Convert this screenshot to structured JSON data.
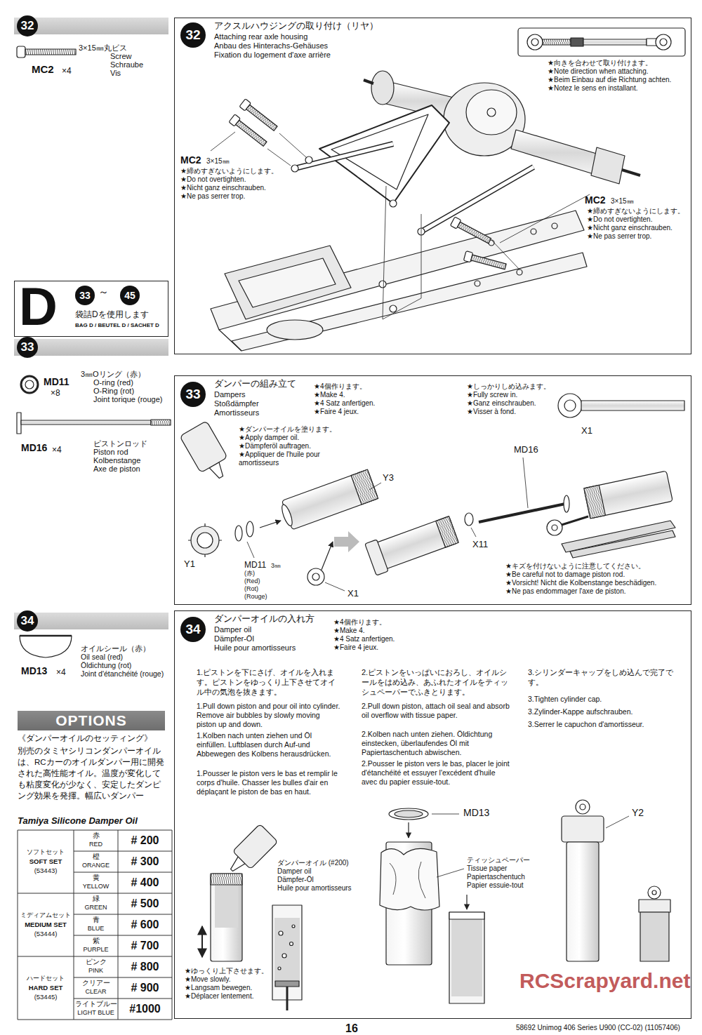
{
  "diagram": {
    "nodes": [
      {
        "text": [
          "32"
        ]
      },
      {
        "text": [
          "アクスルハウジングの取り付け（リヤ）",
          "Attaching rear axle housing",
          "Anbau des Hinterachs-Gehäuses",
          "Fixation du logement d'axe arrière"
        ]
      },
      {
        "text": [
          "32"
        ],
        "in": 1
      },
      {
        "text": [
          "D",
          "袋詰Dを使用します",
          "BAG D / BEUTEL D / SACHET D"
        ]
      },
      {
        "text": [
          "33"
        ],
        "in": 3
      },
      {
        "text": [
          "45"
        ],
        "in": 3
      },
      {
        "text": [
          "33"
        ]
      },
      {
        "text": [
          "ダンパーの組み立て",
          "Dampers",
          "Stoßdämpfer",
          "Amortisseurs"
        ]
      },
      {
        "text": [
          "33"
        ],
        "in": 7
      },
      {
        "text": [
          "34"
        ]
      },
      {
        "text": [
          "ダンパーオイルの入れ方",
          "Damper oil",
          "Dämpfer-Öl",
          "Huile pour amortisseurs"
        ]
      },
      {
        "text": [
          "34"
        ],
        "in": 10
      },
      {
        "text": [
          "OPTIONS"
        ]
      }
    ],
    "labels": [
      "3×15㎜丸ビス",
      "Screw",
      "Schraube",
      "Vis",
      "MC2",
      "×4",
      "★向きを合わせて取り付けます。",
      "★Note direction when attaching.",
      "★Beim Einbau auf die Richtung achten.",
      "★Notez le sens en installant.",
      "MC2",
      "3×15㎜",
      "★締めすぎないようにします。",
      "★Do not overtighten.",
      "★Nicht ganz einschrauben.",
      "★Ne pas serrer trop.",
      "MC2",
      "3×15㎜",
      "★締めすぎないようにします。",
      "★Do not overtighten.",
      "★Nicht ganz einschrauben.",
      "★Ne pas serrer trop.",
      "MD11",
      "×8",
      "3㎜Oリング（赤）",
      "O-ring (red)",
      "O-Ring (rot)",
      "Joint torique (rouge)",
      "MD16",
      "×4",
      "ピストンロッド",
      "Piston rod",
      "Kolbenstange",
      "Axe de piston",
      "★4個作ります。",
      "★Make 4.",
      "★4 Satz anfertigen.",
      "★Faire 4 jeux.",
      "★しっかりしめ込みます。",
      "★Fully screw in.",
      "★Ganz einschrauben.",
      "★Visser à fond.",
      "X1",
      "★ダンパーオイルを塗ります。",
      "★Apply damper oil.",
      "★Dämpferöl auftragen.",
      "★Appliquer de l'huile pour amortisseurs",
      "Y3",
      "MD16",
      "Y1",
      "MD11",
      "3㎜",
      "(赤)",
      "(Red)",
      "(Rot)",
      "(Rouge)",
      "X11",
      "X1",
      "★キズを付けないように注意してください。",
      "★Be careful not to damage piston rod.",
      "★Vorsicht! Nicht die Kolbenstange beschädigen.",
      "★Ne pas endommager l'axe de piston.",
      "MD13",
      "×4",
      "オイルシール（赤）",
      "Oil seal (red)",
      "Öldichtung (rot)",
      "Joint d'étanchéité (rouge)",
      "《ダンパーオイルのセッティング》",
      "別売のタミヤシリコンダンパーオイルは、RCカーのオイルダンパー用に開発された高性能オイル。温度が変化しても粘度変化が少なく、安定したダンピング効果を発揮。幅広いダンパー",
      "Tamiya Silicone Damper Oil",
      "ソフトセット",
      "SOFT SET",
      "(53443)",
      "赤",
      "RED",
      "# 200",
      "橙",
      "ORANGE",
      "# 300",
      "黄",
      "YELLOW",
      "# 400",
      "ミディアムセット",
      "MEDIUM SET",
      "(53444)",
      "緑",
      "GREEN",
      "# 500",
      "青",
      "BLUE",
      "# 600",
      "紫",
      "PURPLE",
      "# 700",
      "ハードセット",
      "HARD SET",
      "(53445)",
      "ピンク",
      "PINK",
      "# 800",
      "クリアー",
      "CLEAR",
      "# 900",
      "ライトブルー",
      "LIGHT BLUE",
      "#1000",
      "★4個作ります。",
      "★Make 4.",
      "★4 Satz anfertigen.",
      "★Faire 4 jeux.",
      "1.ピストンを下にさげ、オイルを入れます。ピストンをゆっくり上下させてオイル中の気泡を抜きます。",
      "1.Pull down piston and pour oil into cylinder. Remove air bubbles by slowly moving piston up and down.",
      "1.Kolben nach unten ziehen und Öl einfüllen. Luftblasen durch Auf-und Abbewegen des Kolbens herausdrücken.",
      "1.Pousser le piston vers le bas et remplir le corps d'huile. Chasser les bulles d'air en déplaçant le piston de bas en haut.",
      "2.ピストンをいっぱいにおろし、オイルシールをはめ込み、あふれたオイルをティッシュペーパーでふきとります。",
      "2.Pull down piston, attach oil seal and absorb oil overflow with tissue paper.",
      "2.Kolben nach unten ziehen. Öldichtung einstecken, überlaufendes Öl mit Papiertaschentuch abwischen.",
      "2.Pousser le piston vers le bas, placer le joint d'étanchéité et essuyer l'excédent d'huile avec du papier essuie-tout.",
      "3.シリンダーキャップをしめ込んで完了です。",
      "3.Tighten cylinder cap.",
      "3.Zylinder-Kappe aufschrauben.",
      "3.Serrer le capuchon d'amortisseur.",
      "ダンパーオイル (#200)",
      "Damper oil",
      "Dämpfer-Öl",
      "Huile pour amortisseurs",
      "MD13",
      "ティッシュペーパー",
      "Tissue paper",
      "Papiertaschentuch",
      "Papier essuie-tout",
      "Y2",
      "★ゆっくり上下させます。",
      "★Move slowly.",
      "★Langsam bewegen.",
      "★Déplacer lentement.",
      "RCScrapyard.net",
      "16",
      "58692 Unimog 406 Series U900 (CC-02) (11057406)",
      "～"
    ]
  }
}
